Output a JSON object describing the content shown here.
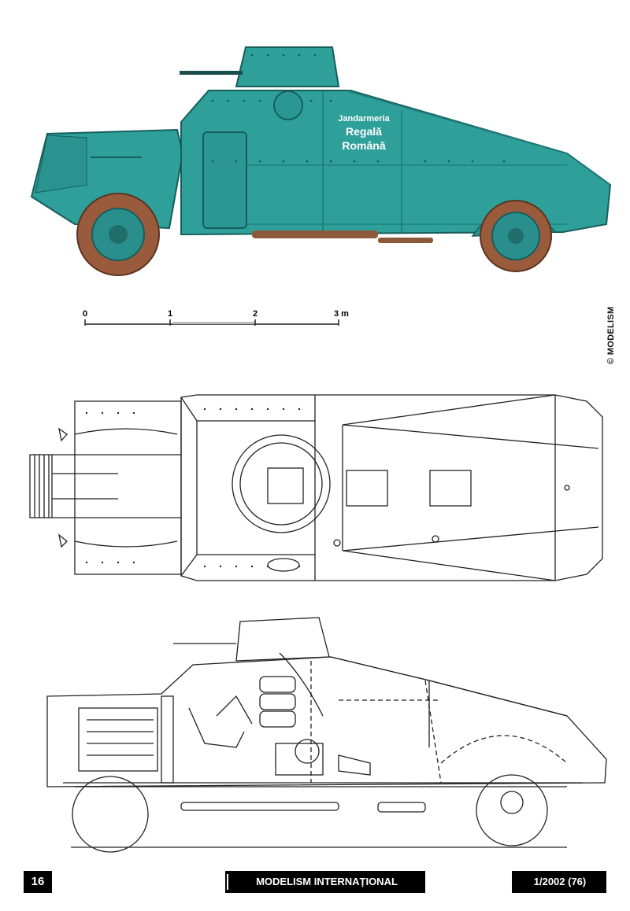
{
  "vehicle_marking": {
    "line1": "Jandarmeria",
    "line2": "Regală",
    "line3": "Română"
  },
  "scale_bar": {
    "labels": [
      "0",
      "1",
      "2",
      "3 m"
    ]
  },
  "copyright": "© MODELISM",
  "footer": {
    "page_number": "16",
    "magazine": "MODELISM INTERNAȚIONAL",
    "issue": "1/2002 (76)"
  },
  "colors": {
    "hull": "#2f9f9a",
    "hull_dark": "#1d7a78",
    "tyre": "#9a5b3c",
    "drawing_line": "#222222",
    "footer_bg": "#000000"
  }
}
